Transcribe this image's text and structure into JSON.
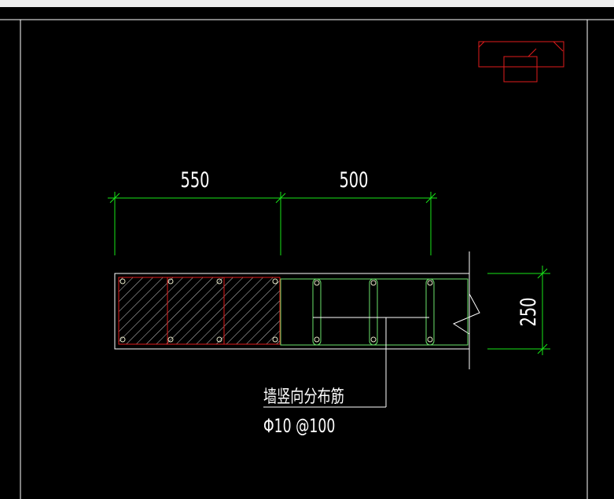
{
  "dimensions": {
    "top_left": "550",
    "top_right": "500",
    "right_vertical": "250"
  },
  "annotation": {
    "label": "墙竖向分布筋",
    "spec": "Φ10 @100"
  },
  "colors": {
    "background": "#000000",
    "dimension": "#19e619",
    "outline": "#ffffff",
    "section": "#e11b1b",
    "rebar_green": "#6be46b",
    "rebar_light": "#e8e8c8",
    "hatch": "#c8c8c8"
  }
}
